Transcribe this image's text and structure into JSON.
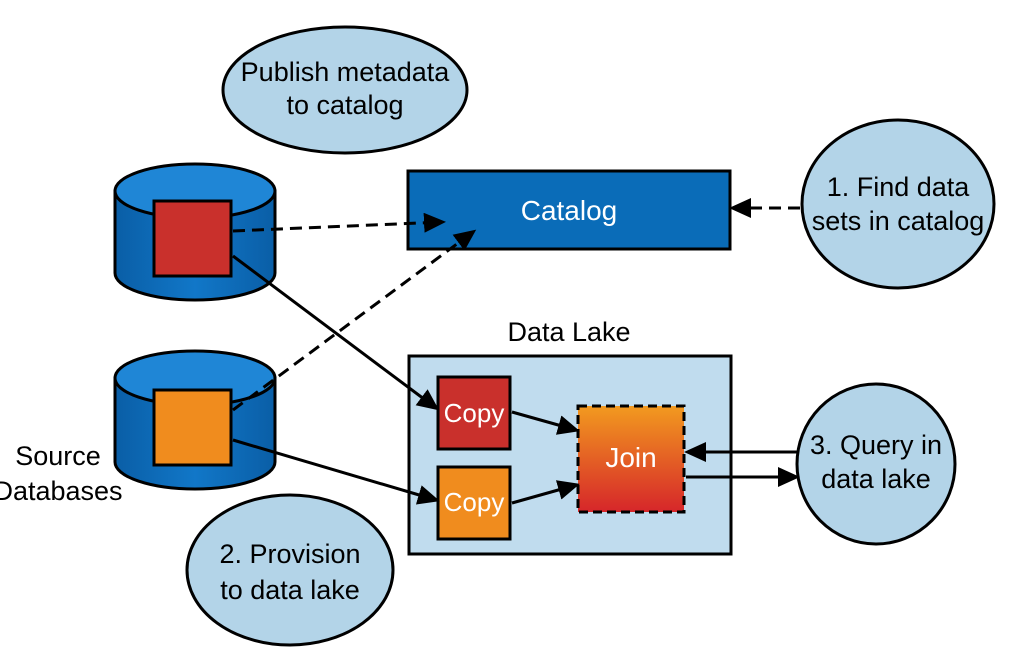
{
  "bubbles": {
    "publish": [
      "Publish metadata",
      "to catalog"
    ],
    "find": [
      "1. Find data",
      "sets in catalog"
    ],
    "provision": [
      "2. Provision",
      "to data lake"
    ],
    "query": [
      "3. Query in",
      "data lake"
    ]
  },
  "catalog": {
    "label": "Catalog"
  },
  "data_lake": {
    "title": "Data Lake",
    "copy_top": "Copy",
    "copy_bottom": "Copy",
    "join": "Join"
  },
  "source": [
    "Source",
    "Databases"
  ],
  "colors": {
    "bubble_fill": "#b3d4e8",
    "catalog_blue": "#0a6cb8",
    "lake_fill": "#c0dcee",
    "red_square": "#c9302c",
    "orange_square": "#f08c1e",
    "db_blue": "#0a6cb8"
  }
}
